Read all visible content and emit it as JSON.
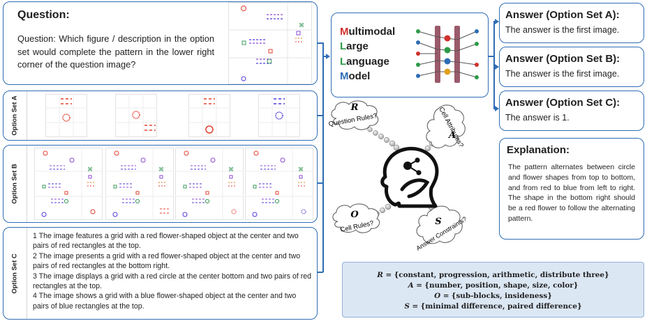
{
  "question": {
    "title": "Question:",
    "text": "Question: Which figure / description in the option set would complete the pattern in the lower right corner of the question image?"
  },
  "option_sets": {
    "a_label": "Option Set A",
    "b_label": "Option Set B",
    "c_label": "Option Set C",
    "c_items": [
      "1 The image features a grid with a red flower-shaped object at the center and two pairs of red rectangles at the top.",
      "2 The image presents a grid with a red flower-shaped object at the center and two pairs of red rectangles at the bottom right.",
      "3 The image displays a grid with a red circle at the center bottom and two pairs of red rectangles at the top.",
      "4 The image shows a grid with a blue flower-shaped object at the center and two pairs of blue rectangles at the top."
    ]
  },
  "model": {
    "letters": [
      "M",
      "L",
      "L",
      "M"
    ],
    "rests": [
      "ultimodal",
      "arge",
      "anguage",
      "odel"
    ]
  },
  "reasoning": {
    "r_letter": "R",
    "r_text": "Question Rules?",
    "a_letter": "A",
    "a_text": "Cell Attributes?",
    "o_letter": "O",
    "o_text": "Cell Rules?",
    "s_letter": "S",
    "s_text": "Answer Constraints?"
  },
  "answers": {
    "a_title": "Answer (Option Set A):",
    "a_text": "The answer is the first image.",
    "b_title": "Answer (Option Set B):",
    "b_text": "The answer is the first image.",
    "c_title": "Answer (Option Set C):",
    "c_text": "The answer is 1."
  },
  "explanation": {
    "title": "Explanation:",
    "text": "The pattern alternates between circle and flower shapes from top to bottom, and from red to blue from left to right. The shape in the bottom right should be a red flower to follow the alternating pattern."
  },
  "definitions": {
    "r_lhs": "R =",
    "r_rhs": "{constant, progression, arithmetic, distribute three}",
    "a_lhs": "A =",
    "a_rhs": "{number, position, shape, size, color}",
    "o_lhs": "O =",
    "o_rhs": "{sub-blocks, insideness}",
    "s_lhs": "S =",
    "s_rhs": "{minimal difference, paired difference}"
  },
  "colors": {
    "border": "#2f6db5",
    "red": "#e0412f",
    "blue": "#4b3ad6",
    "green": "#3a9a5a",
    "orange": "#e07a2a",
    "purple": "#8a4ad0",
    "model_red": "#d0312d",
    "model_green": "#2e9a46",
    "model_blue": "#2f6db5",
    "defs_bg": "#dce7f4"
  }
}
